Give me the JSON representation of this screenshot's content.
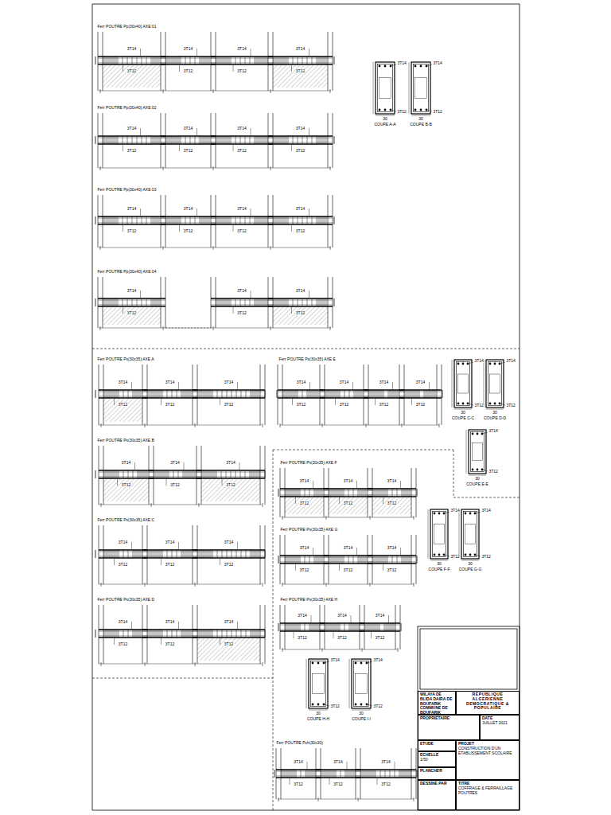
{
  "diagram": {
    "nodes": [
      {
        "text": [
          "WILAYA DE BLIDA DAIRA DE BOUFARIK COMMUNE DE BOUFARIK"
        ]
      },
      {
        "text": [
          "REPUBLIQUE ALGERIENNE DEMOCRATIQUE & POPULAIRE"
        ]
      },
      {
        "text": [
          "PROPRIETAIRE"
        ]
      },
      {
        "text": [
          "DATE",
          "JUILLET 2021"
        ]
      },
      {
        "text": [
          "ETUDE"
        ]
      },
      {
        "text": [
          "ECHELLE",
          "1/50"
        ]
      },
      {
        "text": [
          "PROJET",
          "CONSTRUCTION D'UN ETABLISSEMENT SCOLAIRE"
        ]
      },
      {
        "text": [
          "PLANCHER"
        ]
      },
      {
        "text": [
          "DESSINE PAR"
        ]
      },
      {
        "text": [
          "TITRE",
          "COFFRAGE & FERRAILLAGE POUTRES"
        ]
      }
    ],
    "labels": [
      "Ferr POUTRE Pp(30x40) AXE 01",
      "3T14",
      "3T12",
      "3T14",
      "3T12",
      "3T14",
      "3T12",
      "3T14",
      "3T12",
      "Ferr POUTRE Pp(30x40) AXE 02",
      "3T14",
      "3T12",
      "3T14",
      "3T12",
      "3T14",
      "3T12",
      "3T14",
      "3T12",
      "Ferr POUTRE Pp(30x40) AXE 03",
      "3T14",
      "3T12",
      "3T14",
      "3T12",
      "3T14",
      "3T12",
      "3T14",
      "3T12",
      "Ferr POUTRE Pp(30x40) AXE 04",
      "3T14",
      "3T12",
      "3T14",
      "3T12",
      "3T14",
      "3T12",
      "Ferr POUTRE Ps(30x35) AXE A",
      "3T14",
      "3T12",
      "3T14",
      "3T12",
      "3T14",
      "3T12",
      "Ferr POUTRE Ps(30x35) AXE B",
      "3T14",
      "3T12",
      "3T14",
      "3T12",
      "3T14",
      "3T12",
      "Ferr POUTRE Ps(30x35) AXE C",
      "3T14",
      "3T12",
      "3T14",
      "3T12",
      "3T14",
      "3T12",
      "Ferr POUTRE Ps(30x35) AXE D",
      "3T14",
      "3T12",
      "3T14",
      "3T12",
      "3T14",
      "3T12",
      "Ferr POUTRE Ps(30x35) AXE E",
      "3T14",
      "3T12",
      "3T14",
      "3T12",
      "3T14",
      "3T12",
      "3T14",
      "3T12",
      "Ferr POUTRE Ps(30x35) AXE F",
      "3T14",
      "3T12",
      "3T14",
      "3T12",
      "3T14",
      "3T12",
      "Ferr POUTRE Ps(30x35) AXE G",
      "3T14",
      "3T12",
      "3T14",
      "3T12",
      "3T14",
      "3T12",
      "Ferr POUTRE Ps(30x35) AXE H",
      "3T14",
      "3T12",
      "3T14",
      "3T12",
      "3T14",
      "3T12",
      "Ferr POUTRE Pch(30x30)",
      "3T14",
      "3T12",
      "3T14",
      "3T12",
      "3T14",
      "3T12",
      "3T14",
      "3T12",
      "30",
      "COUPE A-A",
      "3T14",
      "3T12",
      "30",
      "COUPE B-B",
      "3T14",
      "3T12",
      "30",
      "COUPE C-C",
      "3T14",
      "3T12",
      "30",
      "COUPE D-D",
      "3T14",
      "3T12",
      "30",
      "COUPE E-E",
      "3T14",
      "3T12",
      "30",
      "COUPE F-F",
      "3T14",
      "3T12",
      "30",
      "COUPE G-G",
      "3T14",
      "3T12",
      "30",
      "COUPE H-H",
      "3T14",
      "3T12",
      "30",
      "COUPE I-I"
    ]
  }
}
